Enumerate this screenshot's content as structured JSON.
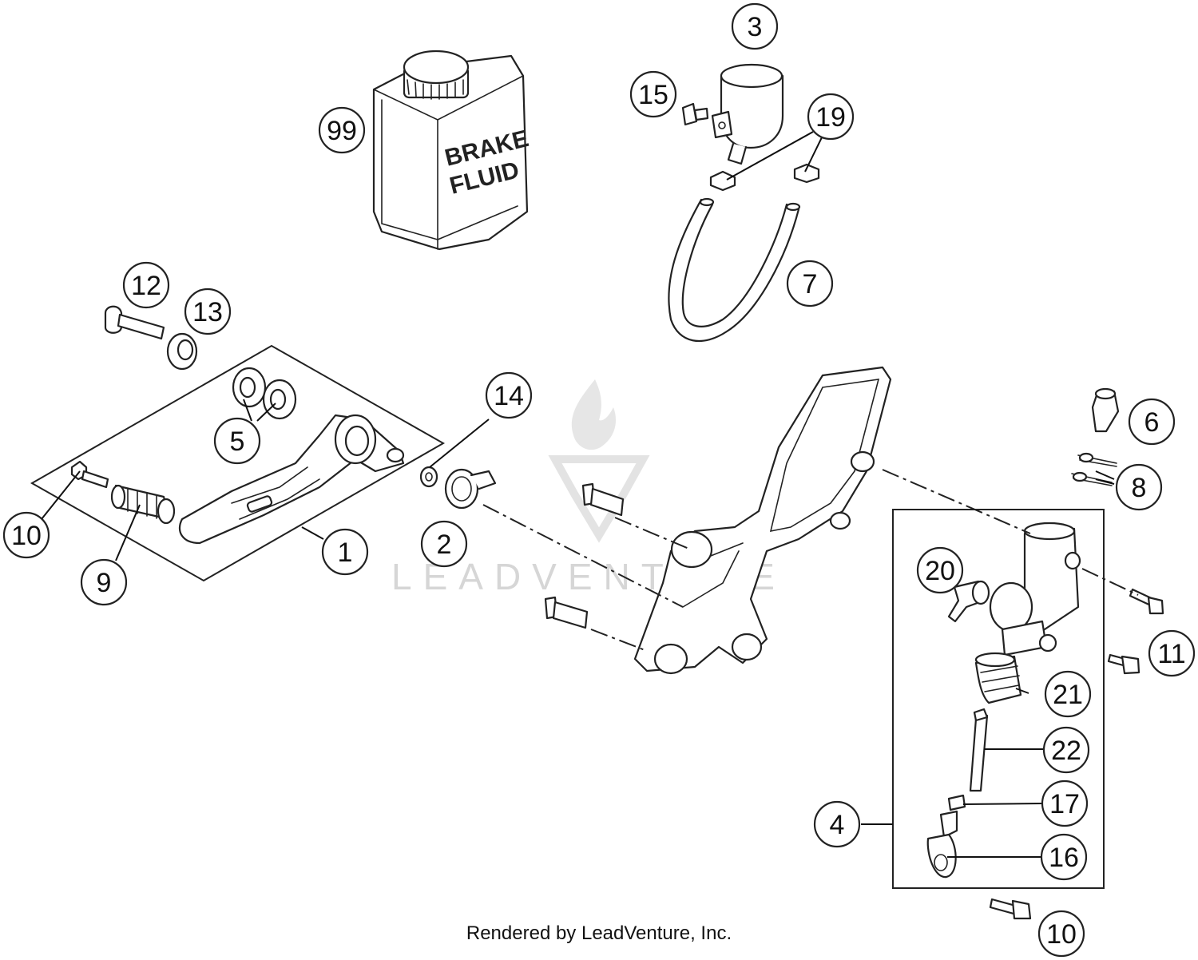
{
  "diagram": {
    "can_label_line1": "BRAKE",
    "can_label_line2": "FLUID",
    "watermark": "LEADVENTURE",
    "footer": "Rendered by LeadVenture, Inc."
  },
  "callouts": [
    {
      "id": "c1",
      "label": "1"
    },
    {
      "id": "c2",
      "label": "2"
    },
    {
      "id": "c3",
      "label": "3"
    },
    {
      "id": "c4",
      "label": "4"
    },
    {
      "id": "c5",
      "label": "5"
    },
    {
      "id": "c6",
      "label": "6"
    },
    {
      "id": "c7",
      "label": "7"
    },
    {
      "id": "c8",
      "label": "8"
    },
    {
      "id": "c9",
      "label": "9"
    },
    {
      "id": "c10a",
      "label": "10"
    },
    {
      "id": "c10b",
      "label": "10"
    },
    {
      "id": "c11",
      "label": "11"
    },
    {
      "id": "c12",
      "label": "12"
    },
    {
      "id": "c13",
      "label": "13"
    },
    {
      "id": "c14",
      "label": "14"
    },
    {
      "id": "c15",
      "label": "15"
    },
    {
      "id": "c16",
      "label": "16"
    },
    {
      "id": "c17",
      "label": "17"
    },
    {
      "id": "c19",
      "label": "19"
    },
    {
      "id": "c20",
      "label": "20"
    },
    {
      "id": "c21",
      "label": "21"
    },
    {
      "id": "c22",
      "label": "22"
    },
    {
      "id": "c99",
      "label": "99"
    }
  ]
}
